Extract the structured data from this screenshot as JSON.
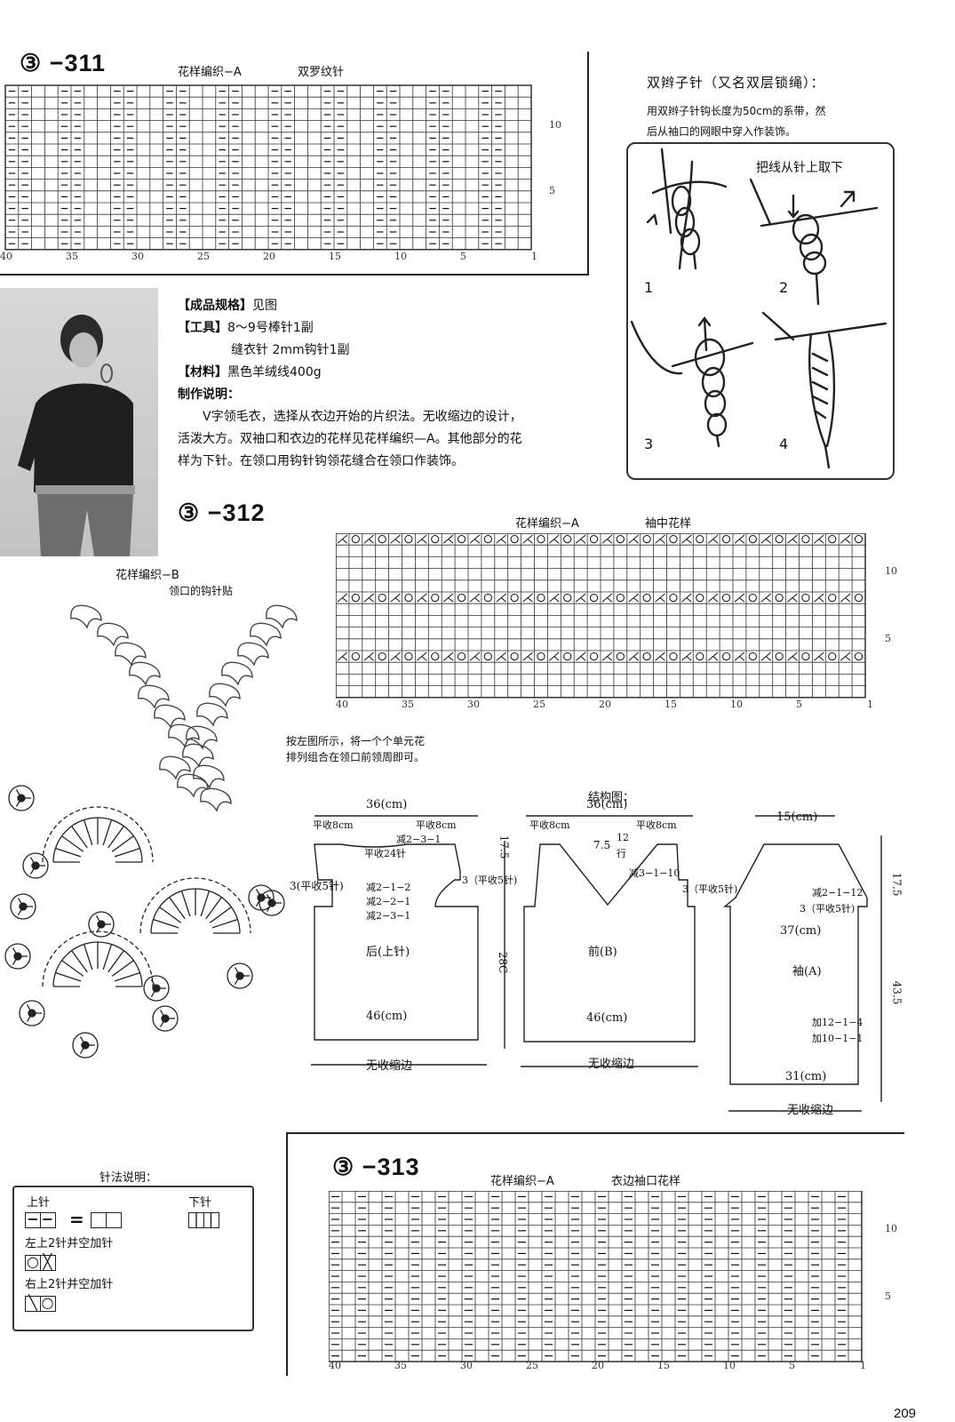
{
  "page_number": "209",
  "section_311": {
    "number": "③ −311",
    "chart_title": "花样编织−A",
    "chart_subtitle": "双罗纹针",
    "row_labels": [
      "10",
      "5"
    ],
    "col_labels": [
      "40",
      "35",
      "30",
      "25",
      "20",
      "15",
      "10",
      "5",
      "1"
    ]
  },
  "chain_stitch": {
    "title": "双辫子针（又名双层锁绳）：",
    "desc_1": "用双辫子针钩长度为50cm的系带，然",
    "desc_2": "后从袖口的网眼中穿入作装饰。",
    "step_note": "把线从针上取下",
    "steps": [
      "1",
      "2",
      "3",
      "4"
    ]
  },
  "specs": {
    "size_label": "【成品规格】",
    "size_value": "见图",
    "tools_label": "【工具】",
    "tools_value_1": "8～9号棒针1副",
    "tools_value_2": "缝衣针  2mm钩针1副",
    "material_label": "【材料】",
    "material_value": "黑色羊绒线400g",
    "instructions_label": "制作说明：",
    "instructions_1": "V字领毛衣，选择从衣边开始的片织法。无收缩边的设计，",
    "instructions_2": "活泼大方。双袖口和衣边的花样见花样编织—A。其他部分的花",
    "instructions_3": "样为下针。在领口用钩针钩领花缝合在领口作装饰。"
  },
  "section_312": {
    "number": "③ −312",
    "chart_title": "花样编织−A",
    "chart_subtitle": "袖中花样",
    "row_labels": [
      "10",
      "5"
    ],
    "col_labels": [
      "40",
      "35",
      "30",
      "25",
      "20",
      "15",
      "10",
      "5",
      "1"
    ]
  },
  "pattern_b": {
    "title": "花样编织−B",
    "subtitle": "领口的钩针贴"
  },
  "arrange_note": {
    "line_1": "按左图所示，将一个个单元花",
    "line_2": "排列组合在领口前领周即可。"
  },
  "schematic": {
    "title": "结构图：",
    "back": {
      "width_top": "36(cm)",
      "left_bind": "平收8cm",
      "right_bind": "平收8cm",
      "dec_1": "减2−3−1",
      "center_bind": "平收24针",
      "armhole_left": "3(平收5针)",
      "armhole_right": "3（平收5针)",
      "dec_a": "减2−1−2",
      "dec_b": "减2−2−1",
      "dec_c": "减2−3−1",
      "height_armhole": "17.5",
      "height_body": "28C",
      "label": "后(上针)",
      "width_bottom": "46(cm)",
      "hem": "无收缩边"
    },
    "front": {
      "width_top": "36(cm)",
      "left_bind": "平收8cm",
      "right_bind": "平收8cm",
      "neck_depth": "7.5",
      "neck_rows_a": "12",
      "neck_rows_b": "行",
      "neck_dec": "减3−1−10",
      "armhole_right": "3（平收5针)",
      "label": "前(B)",
      "width_bottom": "46(cm)",
      "hem": "无收缩边"
    },
    "sleeve": {
      "width_top": "15(cm)",
      "cap_dec": "减2−1−12",
      "cap_bind": "3（平收5针)",
      "width_mid": "37(cm)",
      "cap_height": "17.5",
      "length": "43.5",
      "label": "袖(A)",
      "inc_a": "加12−1−4",
      "inc_b": "加10−1−1",
      "width_bottom": "31(cm)",
      "hem": "无收缩边"
    }
  },
  "legend": {
    "title": "针法说明：",
    "knit_label": "上针",
    "purl_label": "下针",
    "equals": "=",
    "left_yo": "左上2针并空加针",
    "right_yo": "右上2针并空加针"
  },
  "section_313": {
    "number": "③ −313",
    "chart_title": "花样编织−A",
    "chart_subtitle": "衣边袖口花样",
    "row_labels": [
      "10",
      "5"
    ],
    "col_labels": [
      "40",
      "35",
      "30",
      "25",
      "20",
      "15",
      "10",
      "5",
      "1"
    ]
  }
}
